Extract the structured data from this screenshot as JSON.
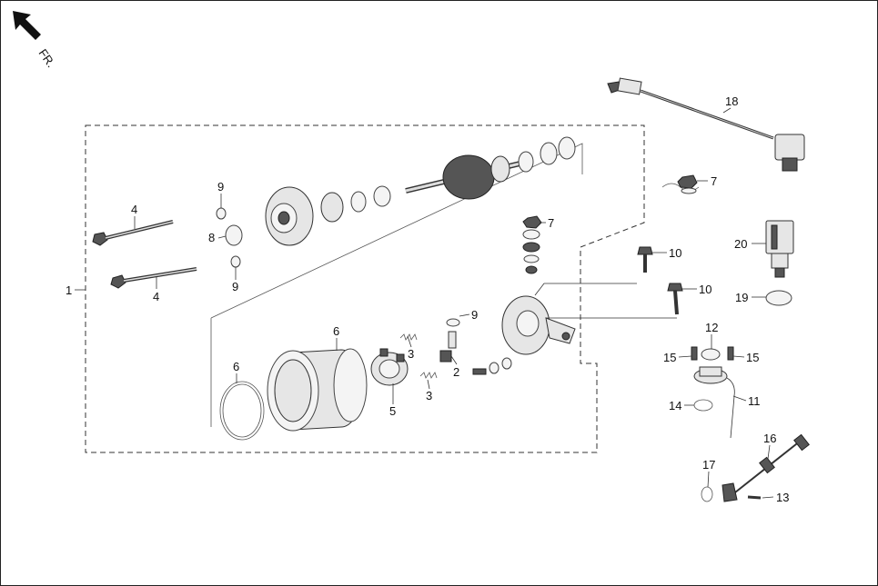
{
  "direction_label": "FR.",
  "callouts": {
    "c1": "1",
    "c2": "2",
    "c3a": "3",
    "c3b": "3",
    "c4a": "4",
    "c4b": "4",
    "c5": "5",
    "c6a": "6",
    "c6b": "6",
    "c7a": "7",
    "c7b": "7",
    "c8": "8",
    "c9a": "9",
    "c9b": "9",
    "c9c": "9",
    "c10a": "10",
    "c10b": "10",
    "c11": "11",
    "c12": "12",
    "c13": "13",
    "c14": "14",
    "c15a": "15",
    "c15b": "15",
    "c16": "16",
    "c17": "17",
    "c18": "18",
    "c19": "19",
    "c20": "20"
  }
}
